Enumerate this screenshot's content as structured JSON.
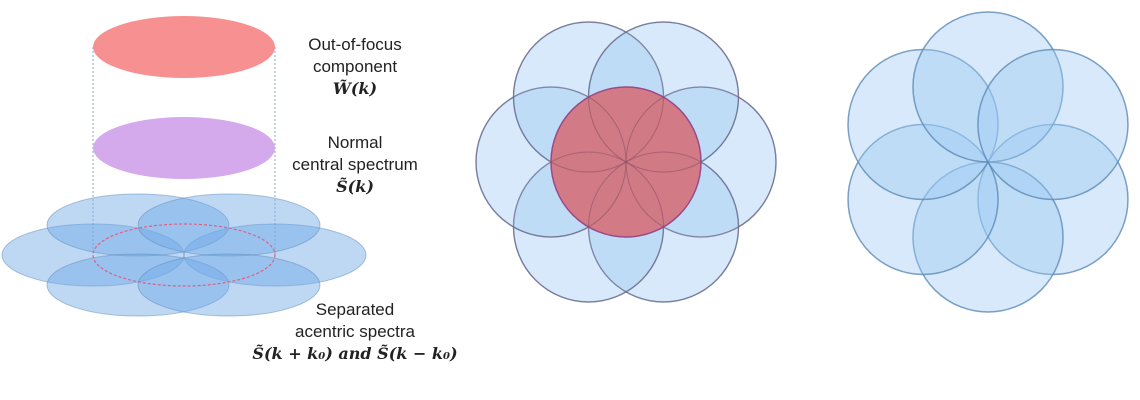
{
  "labels": {
    "out_of_focus": {
      "line1": "Out-of-focus",
      "line2": "component",
      "math": "W̃(k)"
    },
    "normal": {
      "line1": "Normal",
      "line2": "central spectrum",
      "math": "S̃(k)"
    },
    "separated": {
      "line1": "Separated",
      "line2": "acentric spectra",
      "math": "S̃(k + k₀) and S̃(k − k₀)"
    }
  },
  "colors": {
    "out_of_focus": "#f79191",
    "normal": "#d4aaec",
    "spectra_fill": "#9cc8f2",
    "spectra_stroke": "#5b8ab5",
    "central_red": "#d4707a"
  }
}
